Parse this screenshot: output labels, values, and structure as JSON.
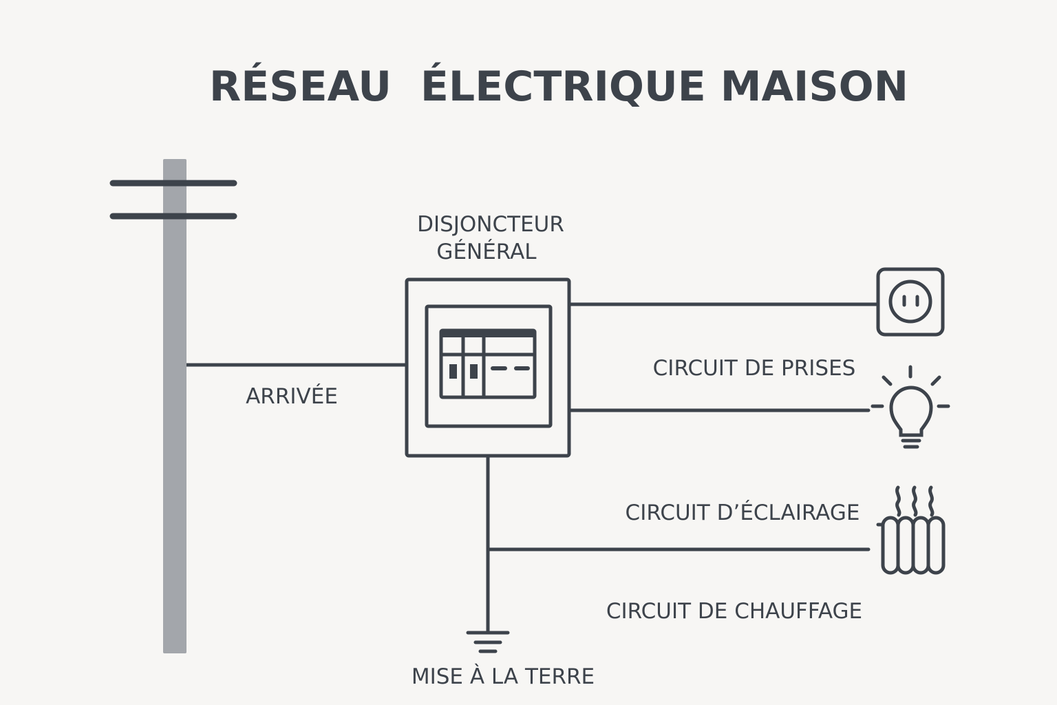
{
  "title": "RÉSEAU  ÉLECTRIQUE MAISON",
  "labels": {
    "arrivee": "ARRIVÉE",
    "breaker_line1": "DISJONCTEUR",
    "breaker_line2": "GÉNÉRAL",
    "outlets": "CIRCUIT DE PRISES",
    "lighting": "CIRCUIT D’ÉCLAIRAGE",
    "heating": "CIRCUIT DE CHAUFFAGE",
    "ground": "MISE À LA TERRE"
  },
  "icons": {
    "pole": "utility-pole-icon",
    "breaker": "breaker-panel-icon",
    "outlet": "power-outlet-icon",
    "light": "light-bulb-icon",
    "heater": "radiator-icon",
    "ground": "ground-symbol-icon"
  },
  "colors": {
    "stroke": "#3d434b",
    "pole": "#a3a6ab",
    "background": "#f7f6f4"
  }
}
